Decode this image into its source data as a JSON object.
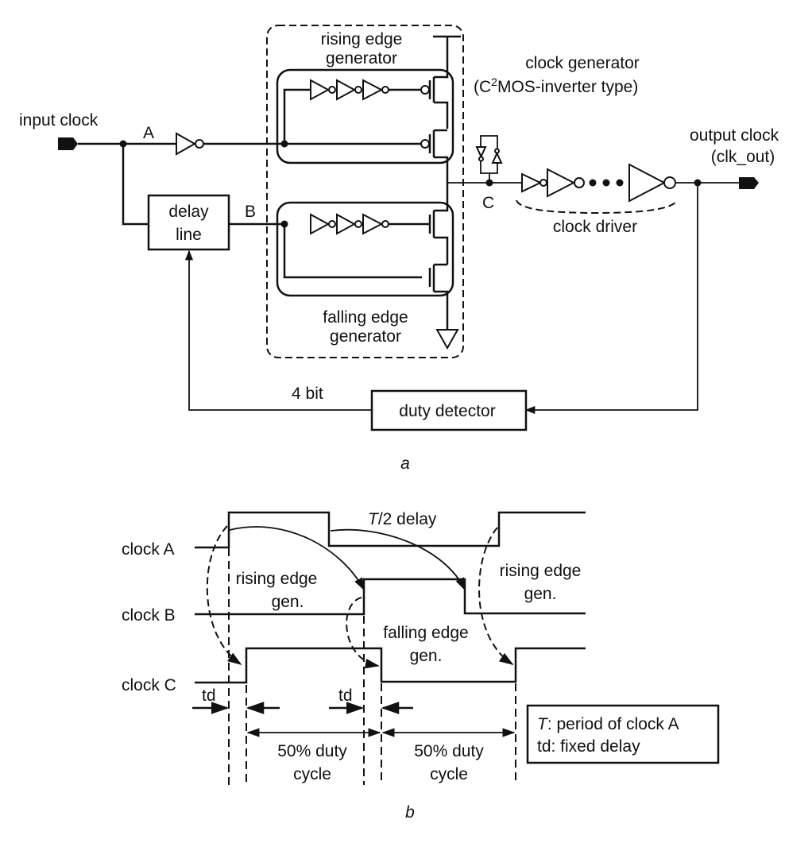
{
  "figure_a": {
    "caption": "a",
    "input_label": "input clock",
    "node_a": "A",
    "node_b": "B",
    "node_c": "C",
    "delay_line": [
      "delay",
      "line"
    ],
    "rising_gen": [
      "rising edge",
      "generator"
    ],
    "falling_gen": [
      "falling edge",
      "generator"
    ],
    "clock_gen_title": "clock generator",
    "clock_gen_sub_prefix": "(C",
    "clock_gen_sup": "2",
    "clock_gen_sub_suffix": "MOS-inverter type)",
    "output_label": [
      "output clock",
      "(clk_out)"
    ],
    "clock_driver": "clock driver",
    "bits_label": "4 bit",
    "duty_detector": "duty detector"
  },
  "figure_b": {
    "caption": "b",
    "signals": [
      "clock A",
      "clock B",
      "clock C"
    ],
    "t2_delay_italic": "T",
    "t2_delay_rest": "/2 delay",
    "rising_note_1": [
      "rising edge",
      "gen."
    ],
    "rising_note_2": [
      "rising edge",
      "gen."
    ],
    "falling_note": [
      "falling edge",
      "gen."
    ],
    "td": "td",
    "duty_1": [
      "50% duty",
      "cycle"
    ],
    "duty_2": [
      "50% duty",
      "cycle"
    ],
    "legend_T_italic": "T",
    "legend_T_rest": ": period of clock A",
    "legend_td": "td: fixed delay"
  }
}
